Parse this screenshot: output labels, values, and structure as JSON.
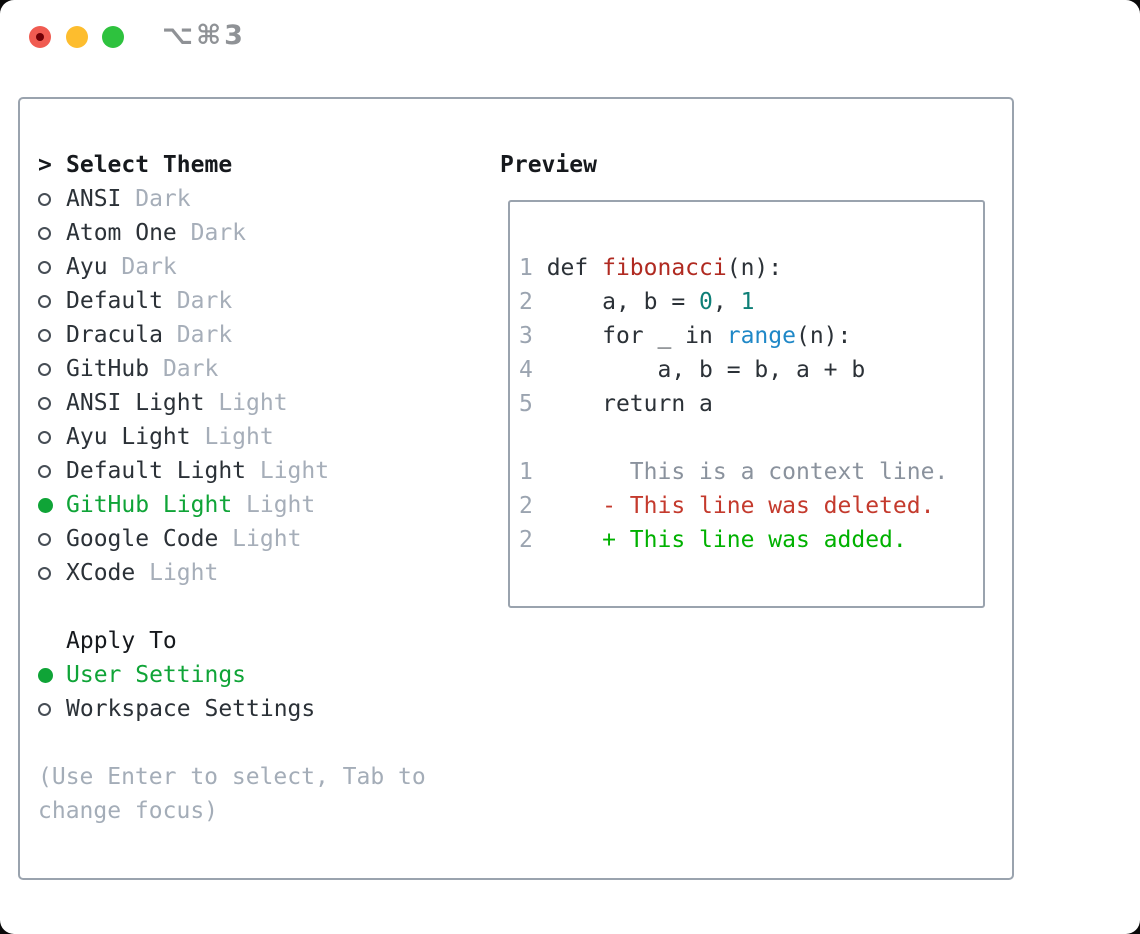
{
  "window": {
    "title_shortcut": "⌥⌘3",
    "traffic_lights": [
      "close",
      "minimize",
      "zoom"
    ]
  },
  "theme_picker": {
    "prompt": ">",
    "title": "Select Theme",
    "themes": [
      {
        "name": "ANSI",
        "variant": "Dark",
        "selected": false
      },
      {
        "name": "Atom One",
        "variant": "Dark",
        "selected": false
      },
      {
        "name": "Ayu",
        "variant": "Dark",
        "selected": false
      },
      {
        "name": "Default",
        "variant": "Dark",
        "selected": false
      },
      {
        "name": "Dracula",
        "variant": "Dark",
        "selected": false
      },
      {
        "name": "GitHub",
        "variant": "Dark",
        "selected": false
      },
      {
        "name": "ANSI Light",
        "variant": "Light",
        "selected": false
      },
      {
        "name": "Ayu Light",
        "variant": "Light",
        "selected": false
      },
      {
        "name": "Default Light",
        "variant": "Light",
        "selected": false
      },
      {
        "name": "GitHub Light",
        "variant": "Light",
        "selected": true
      },
      {
        "name": "Google Code",
        "variant": "Light",
        "selected": false
      },
      {
        "name": "XCode",
        "variant": "Light",
        "selected": false
      }
    ],
    "apply_to": {
      "title": "Apply To",
      "options": [
        {
          "name": "User Settings",
          "selected": true
        },
        {
          "name": "Workspace Settings",
          "selected": false
        }
      ]
    },
    "hint": "(Use Enter to select, Tab to change focus)"
  },
  "preview": {
    "title": "Preview",
    "lines": [
      {
        "num": "1",
        "segments": [
          [
            "def ",
            "fg"
          ],
          [
            "fibonacci",
            "func"
          ],
          [
            "(n):",
            "fg"
          ]
        ]
      },
      {
        "num": "2",
        "segments": [
          [
            "    a, b = ",
            "fg"
          ],
          [
            "0",
            "num"
          ],
          [
            ", ",
            "fg"
          ],
          [
            "1",
            "num"
          ]
        ]
      },
      {
        "num": "3",
        "segments": [
          [
            "    for _ in ",
            "fg"
          ],
          [
            "range",
            "builtin"
          ],
          [
            "(n):",
            "fg"
          ]
        ]
      },
      {
        "num": "4",
        "segments": [
          [
            "        a, b = b, a + b",
            "fg"
          ]
        ]
      },
      {
        "num": "5",
        "segments": [
          [
            "    return a",
            "fg"
          ]
        ]
      },
      {
        "blank": true
      },
      {
        "num": "1",
        "segments": [
          [
            "      This is a context line.",
            "ctx"
          ]
        ]
      },
      {
        "num": "2",
        "segments": [
          [
            "    - This line was deleted.",
            "del"
          ]
        ]
      },
      {
        "num": "2",
        "segments": [
          [
            "    + This line was added.",
            "add"
          ]
        ]
      }
    ]
  },
  "colors": {
    "selected_green": "#0fa437",
    "added_green": "#00b100",
    "deleted_red": "#c43a2d",
    "function_red": "#b02a21",
    "builtin_blue": "#1f88c7",
    "number_teal": "#0e7f77",
    "muted_gray": "#a6aeb9",
    "context_gray": "#8a929d",
    "line_number_gray": "#9ba4b0",
    "text_dark": "#2b3137",
    "border_gray": "#9aa3ae",
    "traffic_red": "#f05b51",
    "traffic_yellow": "#fdbd2e",
    "traffic_green": "#2ec23e"
  }
}
